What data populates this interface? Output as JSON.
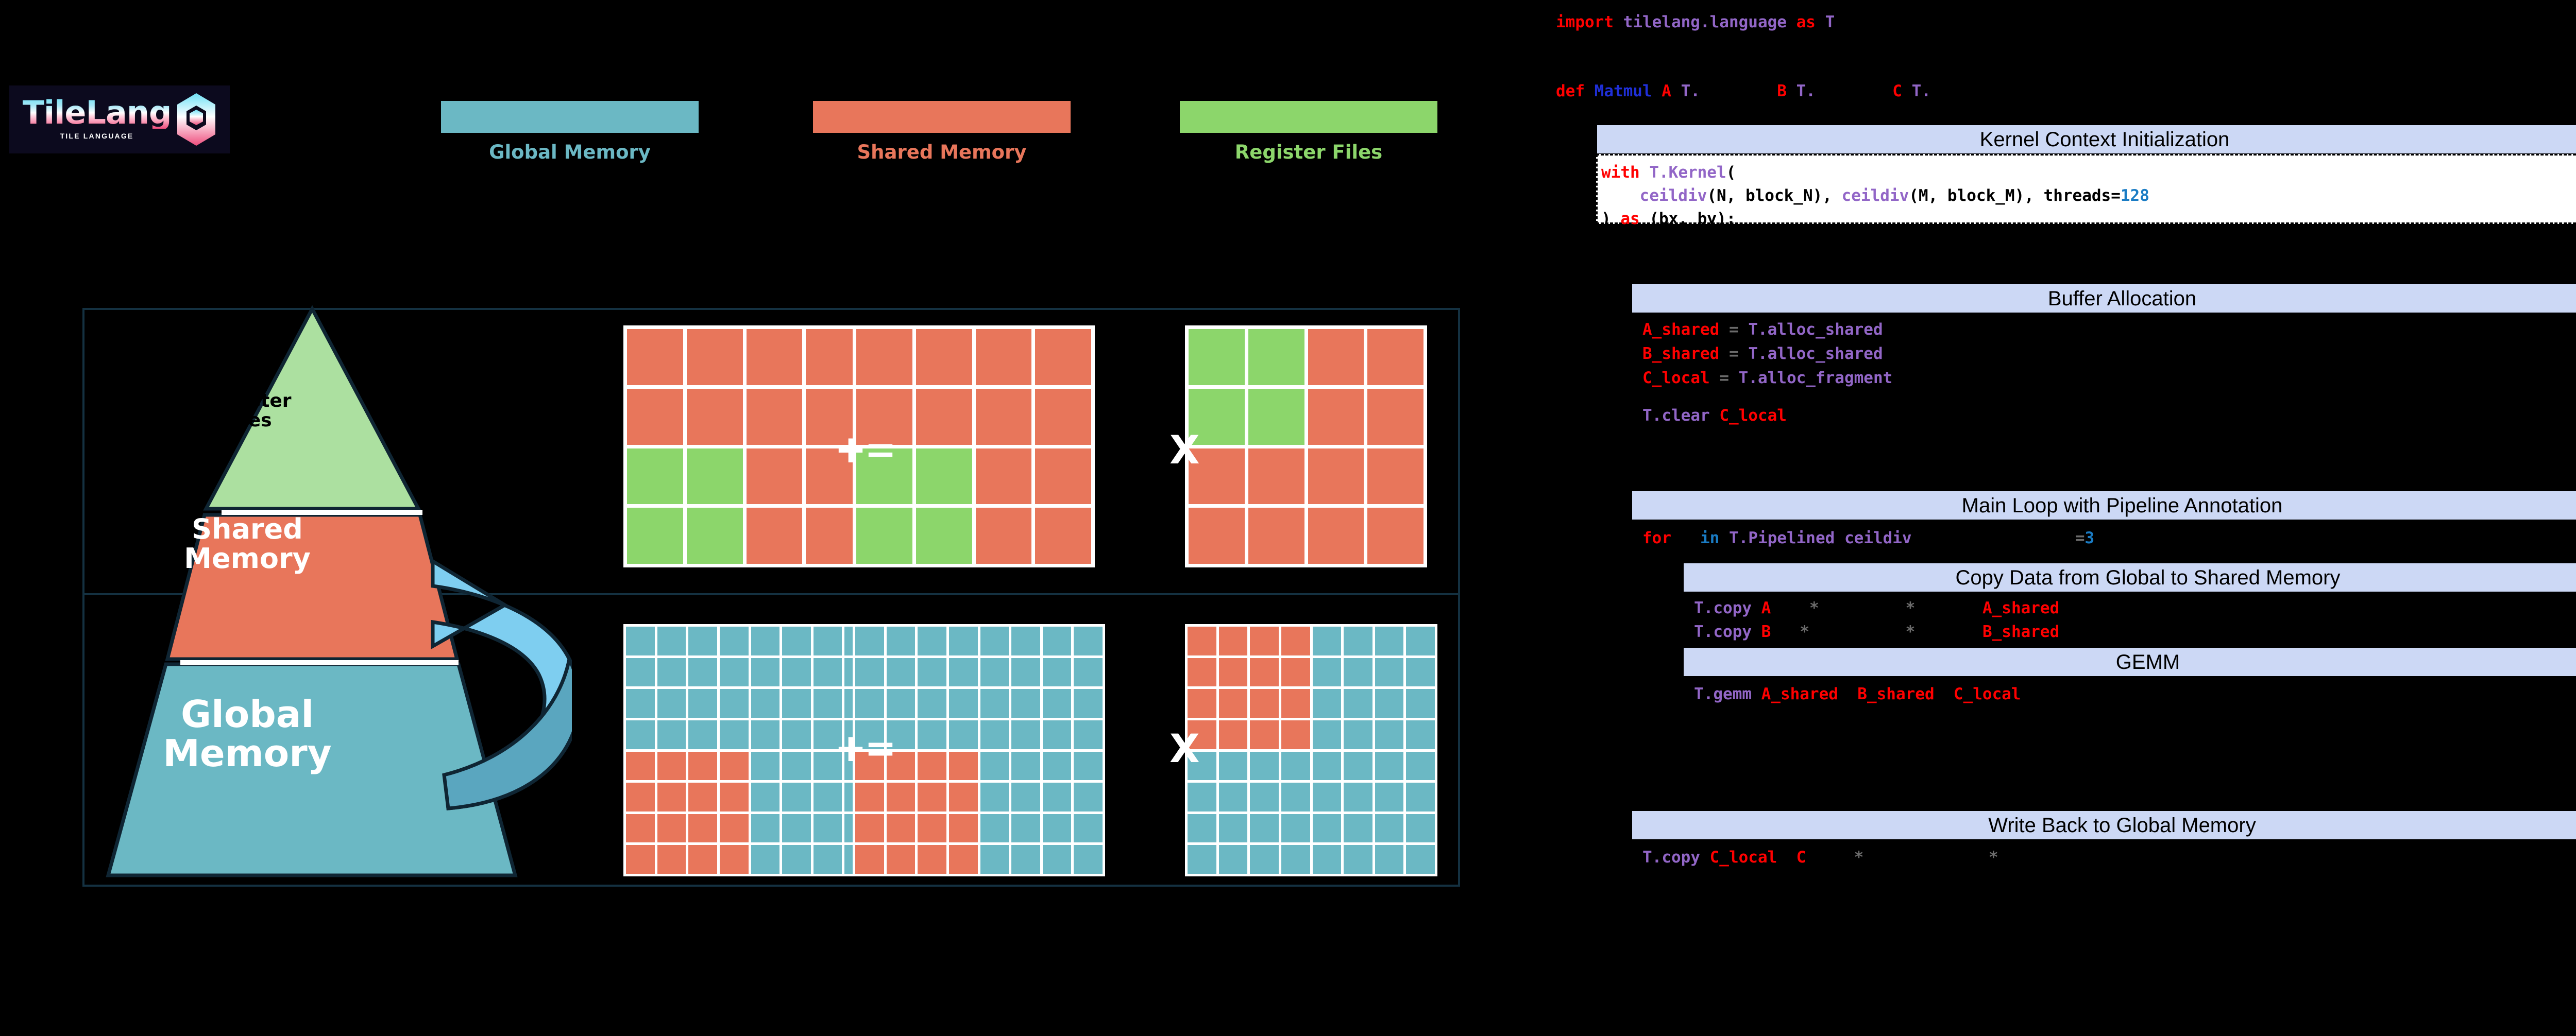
{
  "logo": {
    "word": "TileLang",
    "subtitle": "TILE LANGUAGE",
    "mark_icon": "cube-icon"
  },
  "legend": {
    "items": [
      {
        "label": "Global Memory",
        "color": "#6BB8C4"
      },
      {
        "label": "Shared Memory",
        "color": "#E8765B"
      },
      {
        "label": "Register Files",
        "color": "#8CD66B"
      }
    ]
  },
  "pyramid": {
    "tiers": [
      {
        "label": "Register\nFiles",
        "color": "#ACE0A0",
        "text_color": "#000000"
      },
      {
        "label": "Shared\nMemory",
        "color": "#E8765B",
        "text_color": "#ffffff"
      },
      {
        "label": "Global\nMemory",
        "color": "#6BB8C4",
        "text_color": "#ffffff"
      }
    ],
    "arrow_icon": "curved-arrow-icon"
  },
  "diagram": {
    "operators": {
      "accumulate": "+=",
      "multiply": "X"
    },
    "rows": [
      {
        "name": "register-level",
        "grid": 4,
        "base_color": "#E8765B",
        "highlight_color": "#8CD66B",
        "matrices": [
          {
            "name": "C",
            "highlight": "bottom-left",
            "span": 2
          },
          {
            "name": "A",
            "highlight": "bottom-left",
            "span": 2
          },
          {
            "name": "B",
            "highlight": "top-left",
            "span": 2
          }
        ]
      },
      {
        "name": "global-level",
        "grid": 8,
        "base_color": "#6BB8C4",
        "highlight_color": "#E8765B",
        "matrices": [
          {
            "name": "C",
            "highlight": "bottom-left",
            "span": 4
          },
          {
            "name": "A",
            "highlight": "bottom-left",
            "span": 4
          },
          {
            "name": "B",
            "highlight": "top-left",
            "span": 4
          }
        ]
      }
    ]
  },
  "code": {
    "import_line": {
      "kw": "import",
      "mod": "tilelang.language",
      "as_kw": "as",
      "alias": "T"
    },
    "def_line": {
      "kw": "def",
      "name": "Matmul",
      "args": [
        "A",
        "T.",
        "B",
        "T.",
        "C",
        "T."
      ]
    },
    "sections": [
      {
        "title": "Kernel Context Initialization"
      },
      {
        "title": "Buffer Allocation"
      },
      {
        "title": "Main Loop with Pipeline Annotation"
      },
      {
        "title": "Copy Data from Global to Shared Memory"
      },
      {
        "title": "GEMM"
      },
      {
        "title": "Write Back to Global Memory"
      }
    ],
    "kernel": {
      "l1_kw": "with",
      "l1_fn": "T.Kernel",
      "l1_paren": "(",
      "l2": "ceildiv(N, block_N), ceildiv(M, block_M), threads=",
      "l2_fn1": "ceildiv",
      "l2_a": "(N, block_N), ",
      "l2_fn2": "ceildiv",
      "l2_b": "(M, block_M), threads=",
      "l2_num": "128",
      "l3_a": ") ",
      "l3_kw": "as",
      "l3_b": " (bx, by):"
    },
    "alloc": [
      {
        "var": "A_shared",
        "eq": "=",
        "fn": "T.alloc_shared"
      },
      {
        "var": "B_shared",
        "eq": "=",
        "fn": "T.alloc_shared"
      },
      {
        "var": "C_local",
        "eq": "=",
        "fn": "T.alloc_fragment"
      }
    ],
    "clear": {
      "fn": "T.clear",
      "var": "C_local"
    },
    "loop": {
      "kw": "for",
      "in_kw": "in",
      "fn": "T.Pipelined ceildiv",
      "eq": "=",
      "num": "3"
    },
    "copies": [
      {
        "fn": "T.copy",
        "src": "A",
        "star1": "*",
        "star2": "*",
        "dst": "A_shared"
      },
      {
        "fn": "T.copy",
        "src": "B",
        "star1": "*",
        "star2": "*",
        "dst": "B_shared"
      }
    ],
    "gemm": {
      "fn": "T.gemm",
      "a": "A_shared",
      "b": "B_shared",
      "c": "C_local"
    },
    "writeback": {
      "fn": "T.copy",
      "src": "C_local",
      "dst": "C",
      "star1": "*",
      "star2": "*"
    },
    "alloc_swatches": [
      {
        "name": "shared-swatch",
        "color": "#E8765B"
      },
      {
        "name": "fragment-swatch",
        "color": "#A8E59A"
      }
    ]
  }
}
